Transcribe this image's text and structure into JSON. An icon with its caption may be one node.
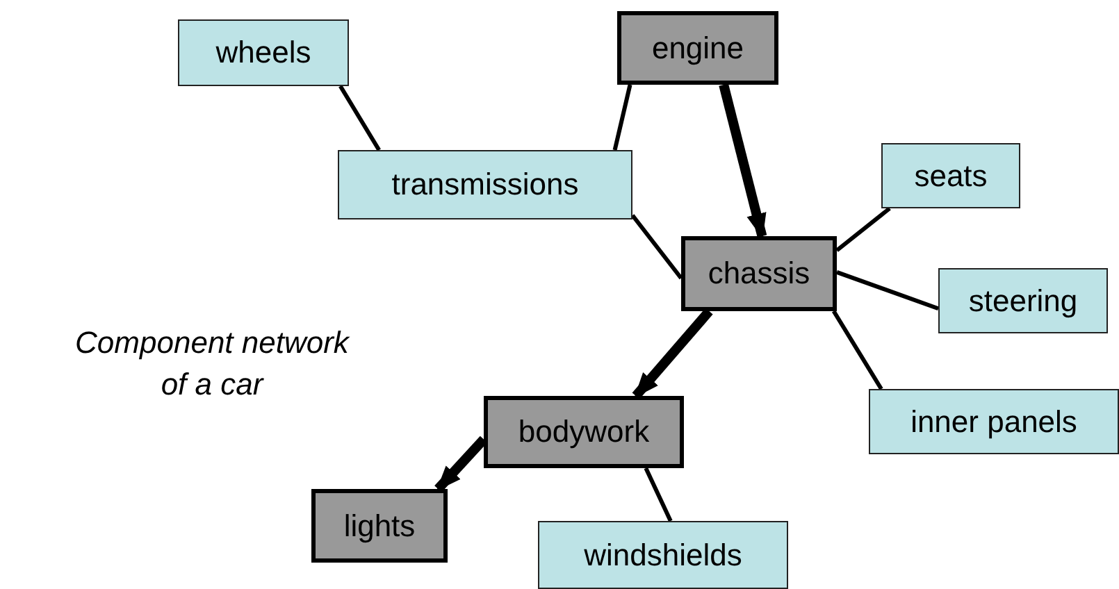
{
  "diagram": {
    "caption": "Component network of a car",
    "nodes": [
      {
        "text": [
          "wheels"
        ]
      },
      {
        "text": [
          "engine"
        ]
      },
      {
        "text": [
          "transmissions"
        ]
      },
      {
        "text": [
          "seats"
        ]
      },
      {
        "text": [
          "chassis"
        ]
      },
      {
        "text": [
          "steering"
        ]
      },
      {
        "text": [
          "bodywork"
        ]
      },
      {
        "text": [
          "inner panels"
        ]
      },
      {
        "text": [
          "lights"
        ]
      },
      {
        "text": [
          "windshields"
        ]
      }
    ],
    "edges": [
      {
        "from": 0,
        "to": 2,
        "arrow": "none"
      },
      {
        "from": 1,
        "to": 2,
        "arrow": "none"
      },
      {
        "from": 1,
        "to": 4,
        "arrow": "to",
        "style": "thick"
      },
      {
        "from": 2,
        "to": 4,
        "arrow": "none"
      },
      {
        "from": 4,
        "to": 3,
        "arrow": "none"
      },
      {
        "from": 4,
        "to": 5,
        "arrow": "none"
      },
      {
        "from": 4,
        "to": 7,
        "arrow": "none"
      },
      {
        "from": 4,
        "to": 6,
        "arrow": "to",
        "style": "thick"
      },
      {
        "from": 6,
        "to": 8,
        "arrow": "to",
        "style": "thick"
      },
      {
        "from": 6,
        "to": 9,
        "arrow": "none"
      }
    ]
  }
}
